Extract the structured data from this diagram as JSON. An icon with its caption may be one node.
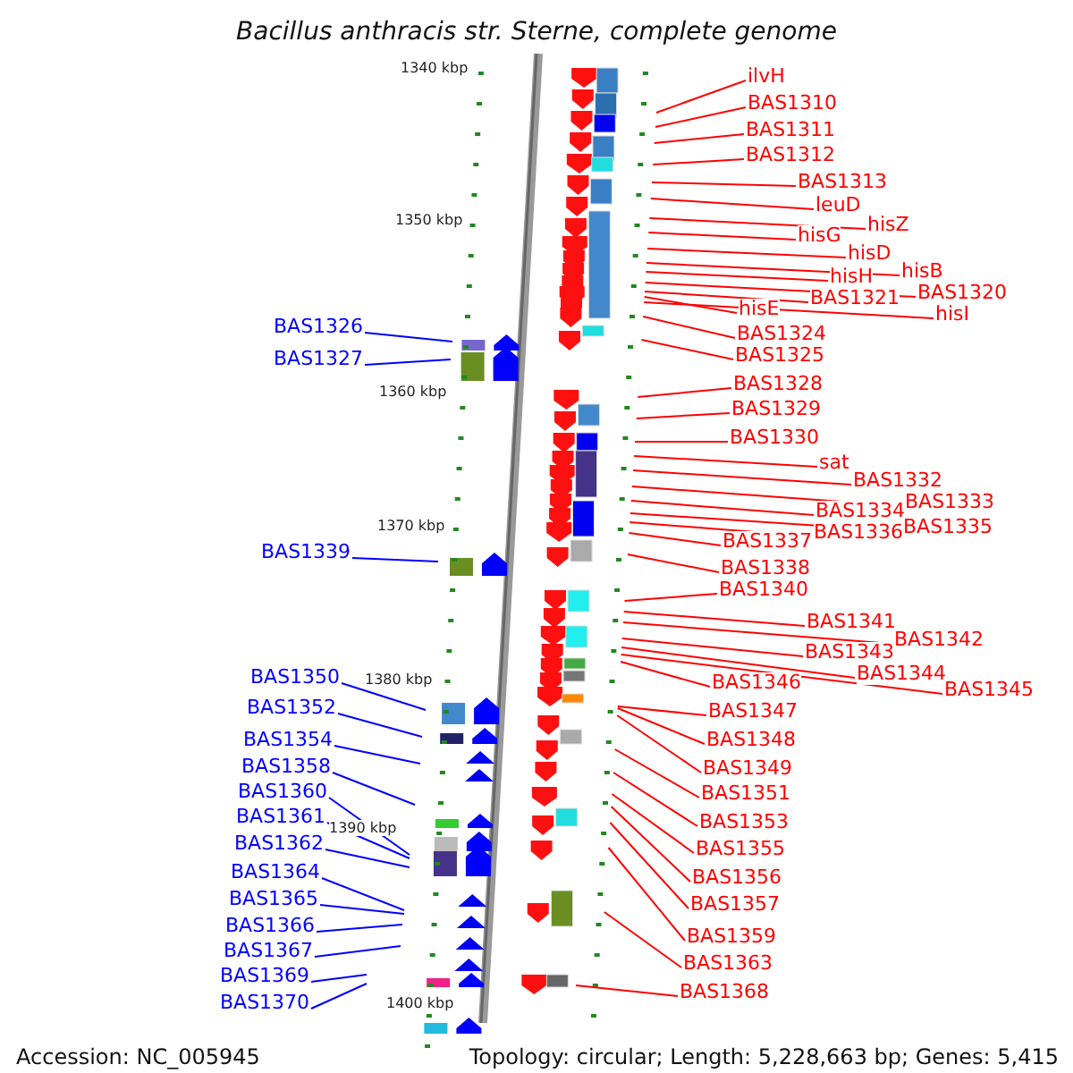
{
  "diagram": {
    "title": "Bacillus anthracis str. Sterne, complete genome",
    "nodes": [
      {
        "text": [
          "ilvH"
        ]
      },
      {
        "text": [
          "BAS1310"
        ]
      },
      {
        "text": [
          "BAS1311"
        ]
      },
      {
        "text": [
          "BAS1312"
        ]
      },
      {
        "text": [
          "BAS1313"
        ]
      },
      {
        "text": [
          "leuD"
        ]
      },
      {
        "text": [
          "hisZ"
        ]
      },
      {
        "text": [
          "hisG"
        ]
      },
      {
        "text": [
          "hisD"
        ]
      },
      {
        "text": [
          "hisB"
        ]
      },
      {
        "text": [
          "hisH"
        ]
      },
      {
        "text": [
          "BAS1320"
        ]
      },
      {
        "text": [
          "BAS1321"
        ]
      },
      {
        "text": [
          "hisE"
        ]
      },
      {
        "text": [
          "hisI"
        ]
      },
      {
        "text": [
          "BAS1324"
        ]
      },
      {
        "text": [
          "BAS1325"
        ]
      },
      {
        "text": [
          "BAS1328"
        ]
      },
      {
        "text": [
          "BAS1329"
        ]
      },
      {
        "text": [
          "BAS1330"
        ]
      },
      {
        "text": [
          "sat"
        ]
      },
      {
        "text": [
          "BAS1332"
        ]
      },
      {
        "text": [
          "BAS1333"
        ]
      },
      {
        "text": [
          "BAS1334"
        ]
      },
      {
        "text": [
          "BAS1335"
        ]
      },
      {
        "text": [
          "BAS1336"
        ]
      },
      {
        "text": [
          "BAS1337"
        ]
      },
      {
        "text": [
          "BAS1338"
        ]
      },
      {
        "text": [
          "BAS1340"
        ]
      },
      {
        "text": [
          "BAS1341"
        ]
      },
      {
        "text": [
          "BAS1342"
        ]
      },
      {
        "text": [
          "BAS1343"
        ]
      },
      {
        "text": [
          "BAS1344"
        ]
      },
      {
        "text": [
          "BAS1345"
        ]
      },
      {
        "text": [
          "BAS1346"
        ]
      },
      {
        "text": [
          "BAS1347"
        ]
      },
      {
        "text": [
          "BAS1348"
        ]
      },
      {
        "text": [
          "BAS1349"
        ]
      },
      {
        "text": [
          "BAS1351"
        ]
      },
      {
        "text": [
          "BAS1353"
        ]
      },
      {
        "text": [
          "BAS1355"
        ]
      },
      {
        "text": [
          "BAS1356"
        ]
      },
      {
        "text": [
          "BAS1357"
        ]
      },
      {
        "text": [
          "BAS1359"
        ]
      },
      {
        "text": [
          "BAS1363"
        ]
      },
      {
        "text": [
          "BAS1368"
        ]
      },
      {
        "text": [
          "BAS1326"
        ]
      },
      {
        "text": [
          "BAS1327"
        ]
      },
      {
        "text": [
          "BAS1339"
        ]
      },
      {
        "text": [
          "BAS1350"
        ]
      },
      {
        "text": [
          "BAS1352"
        ]
      },
      {
        "text": [
          "BAS1354"
        ]
      },
      {
        "text": [
          "BAS1358"
        ]
      },
      {
        "text": [
          "BAS1360"
        ]
      },
      {
        "text": [
          "BAS1361"
        ]
      },
      {
        "text": [
          "BAS1362"
        ]
      },
      {
        "text": [
          "BAS1364"
        ]
      },
      {
        "text": [
          "BAS1365"
        ]
      },
      {
        "text": [
          "BAS1366"
        ]
      },
      {
        "text": [
          "BAS1367"
        ]
      },
      {
        "text": [
          "BAS1369"
        ]
      },
      {
        "text": [
          "BAS1370"
        ]
      }
    ],
    "edges": [
      {
        "from": 0,
        "to": null,
        "arrow": "none"
      },
      {
        "from": 1,
        "to": null,
        "arrow": "none"
      },
      {
        "from": 2,
        "to": null,
        "arrow": "none"
      },
      {
        "from": 3,
        "to": null,
        "arrow": "none"
      },
      {
        "from": 4,
        "to": null,
        "arrow": "none"
      },
      {
        "from": 5,
        "to": null,
        "arrow": "none"
      },
      {
        "from": 6,
        "to": null,
        "arrow": "none"
      },
      {
        "from": 7,
        "to": null,
        "arrow": "none"
      },
      {
        "from": 8,
        "to": null,
        "arrow": "none"
      },
      {
        "from": 9,
        "to": null,
        "arrow": "none"
      },
      {
        "from": 10,
        "to": null,
        "arrow": "none"
      },
      {
        "from": 11,
        "to": null,
        "arrow": "none"
      },
      {
        "from": 12,
        "to": null,
        "arrow": "none"
      },
      {
        "from": 13,
        "to": null,
        "arrow": "none"
      },
      {
        "from": 14,
        "to": null,
        "arrow": "none"
      },
      {
        "from": 15,
        "to": null,
        "arrow": "none"
      },
      {
        "from": 16,
        "to": null,
        "arrow": "none"
      },
      {
        "from": 17,
        "to": null,
        "arrow": "none"
      },
      {
        "from": 18,
        "to": null,
        "arrow": "none"
      },
      {
        "from": 19,
        "to": null,
        "arrow": "none"
      },
      {
        "from": 20,
        "to": null,
        "arrow": "none"
      },
      {
        "from": 21,
        "to": null,
        "arrow": "none"
      },
      {
        "from": 22,
        "to": null,
        "arrow": "none"
      },
      {
        "from": 23,
        "to": null,
        "arrow": "none"
      },
      {
        "from": 24,
        "to": null,
        "arrow": "none"
      },
      {
        "from": 25,
        "to": null,
        "arrow": "none"
      },
      {
        "from": 26,
        "to": null,
        "arrow": "none"
      },
      {
        "from": 27,
        "to": null,
        "arrow": "none"
      },
      {
        "from": 28,
        "to": null,
        "arrow": "none"
      },
      {
        "from": 29,
        "to": null,
        "arrow": "none"
      },
      {
        "from": 30,
        "to": null,
        "arrow": "none"
      },
      {
        "from": 31,
        "to": null,
        "arrow": "none"
      },
      {
        "from": 32,
        "to": null,
        "arrow": "none"
      },
      {
        "from": 33,
        "to": null,
        "arrow": "none"
      },
      {
        "from": 34,
        "to": null,
        "arrow": "none"
      },
      {
        "from": 35,
        "to": null,
        "arrow": "none"
      },
      {
        "from": 36,
        "to": null,
        "arrow": "none"
      },
      {
        "from": 37,
        "to": null,
        "arrow": "none"
      },
      {
        "from": 38,
        "to": null,
        "arrow": "none"
      },
      {
        "from": 39,
        "to": null,
        "arrow": "none"
      },
      {
        "from": 40,
        "to": null,
        "arrow": "none"
      },
      {
        "from": 41,
        "to": null,
        "arrow": "none"
      },
      {
        "from": 42,
        "to": null,
        "arrow": "none"
      },
      {
        "from": 43,
        "to": null,
        "arrow": "none"
      },
      {
        "from": 44,
        "to": null,
        "arrow": "none"
      },
      {
        "from": 45,
        "to": null,
        "arrow": "none"
      },
      {
        "from": 46,
        "to": null,
        "arrow": "none",
        "color": "#0000ff"
      },
      {
        "from": 47,
        "to": null,
        "arrow": "none",
        "color": "#0000ff"
      },
      {
        "from": 48,
        "to": null,
        "arrow": "none",
        "color": "#0000ff"
      },
      {
        "from": 49,
        "to": null,
        "arrow": "none",
        "color": "#0000ff"
      },
      {
        "from": 50,
        "to": null,
        "arrow": "none",
        "color": "#0000ff"
      },
      {
        "from": 51,
        "to": null,
        "arrow": "none",
        "color": "#0000ff"
      },
      {
        "from": 52,
        "to": null,
        "arrow": "none",
        "color": "#0000ff"
      },
      {
        "from": 53,
        "to": null,
        "arrow": "none",
        "color": "#0000ff"
      },
      {
        "from": 54,
        "to": null,
        "arrow": "none",
        "color": "#0000ff"
      },
      {
        "from": 55,
        "to": null,
        "arrow": "none",
        "color": "#0000ff"
      },
      {
        "from": 56,
        "to": null,
        "arrow": "none",
        "color": "#0000ff"
      },
      {
        "from": 57,
        "to": null,
        "arrow": "none",
        "color": "#0000ff"
      },
      {
        "from": 58,
        "to": null,
        "arrow": "none",
        "color": "#0000ff"
      },
      {
        "from": 59,
        "to": null,
        "arrow": "none",
        "color": "#0000ff"
      },
      {
        "from": 60,
        "to": null,
        "arrow": "none",
        "color": "#0000ff"
      },
      {
        "from": 61,
        "to": null,
        "arrow": "none",
        "color": "#0000ff"
      }
    ],
    "labels": [
      "1340 kbp",
      "1350 kbp",
      "1360 kbp",
      "1370 kbp",
      "1380 kbp",
      "1390 kbp",
      "1400 kbp",
      "Accession: NC_005945",
      "Topology: circular; Length: 5,228,663 bp; Genes: 5,415"
    ]
  }
}
